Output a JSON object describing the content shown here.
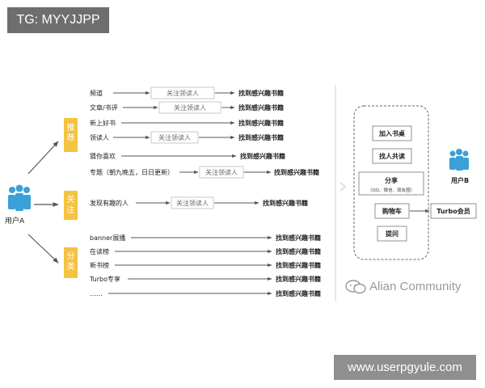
{
  "tag_label": "TG: MYYJJPP",
  "user_a": "用户A",
  "user_b": "用户B",
  "categories": {
    "recommend": "推荐",
    "follow": "关注",
    "classify": "分类"
  },
  "recommend_rows": [
    {
      "label": "频道",
      "middle": "关注领读人",
      "target": "找到感兴趣书籍"
    },
    {
      "label": "文章/书评",
      "middle": "关注领读人",
      "target": "找到感兴趣书籍"
    },
    {
      "label": "新上好书",
      "target": "找到感兴趣书籍"
    },
    {
      "label": "领读人",
      "middle": "关注领读人",
      "target": "找到感兴趣书籍"
    },
    {
      "label": "猜你喜欢",
      "target": "找到感兴趣书籍"
    },
    {
      "label": "专题（朝九晚五，日日更新）",
      "middle": "关注领读人",
      "target": "找到感兴趣书籍"
    }
  ],
  "follow_rows": [
    {
      "label": "发现有趣的人",
      "middle": "关注领读人",
      "target": "找到感兴趣书籍"
    }
  ],
  "classify_rows": [
    {
      "label": "banner展播",
      "target": "找到感兴趣书籍"
    },
    {
      "label": "在读榜",
      "target": "找到感兴趣书籍"
    },
    {
      "label": "新书榜",
      "target": "找到感兴趣书籍"
    },
    {
      "label": "Turbo专享",
      "target": "找到感兴趣书籍"
    },
    {
      "label": "……",
      "target": "找到感兴趣书籍"
    }
  ],
  "actions": {
    "join_desk": "加入书桌",
    "co_read": "找人共读",
    "share": "分享",
    "share_sub": "（QQ、微信、朋友圈）",
    "cart": "购物车",
    "withdraw": "提问",
    "turbo_member": "Turbo会员"
  },
  "watermark_logo": "Alian Community",
  "watermark_url": "www.userpgyule.com",
  "colors": {
    "category_bg": "#f5c342",
    "user_icon": "#3aa0d8",
    "arrow": "#555555"
  }
}
